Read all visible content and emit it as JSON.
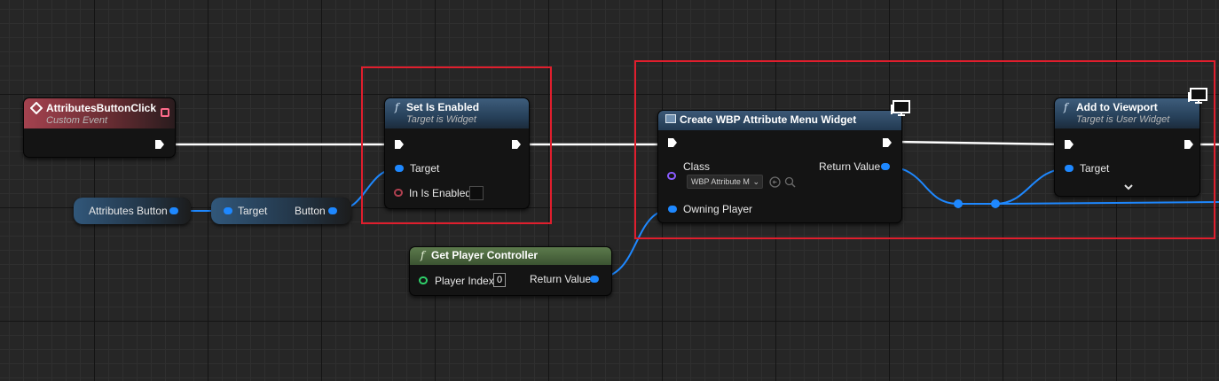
{
  "graph": {
    "nodes": {
      "event": {
        "title": "AttributesButtonClick",
        "subtitle": "Custom Event"
      },
      "attributes_var": {
        "label": "Attributes Button"
      },
      "get_button": {
        "left_label": "Target",
        "right_label": "Button"
      },
      "set_enabled": {
        "title": "Set Is Enabled",
        "subtitle": "Target is Widget",
        "target_label": "Target",
        "enabled_label": "In Is Enabled"
      },
      "create_widget": {
        "title": "Create WBP Attribute Menu Widget",
        "class_label": "Class",
        "class_value": "WBP Attribute M",
        "return_label": "Return Value",
        "owner_label": "Owning Player"
      },
      "get_player_controller": {
        "title": "Get Player Controller",
        "index_label": "Player Index",
        "index_value": "0",
        "return_label": "Return Value"
      },
      "add_viewport": {
        "title": "Add to Viewport",
        "subtitle": "Target is User Widget",
        "target_label": "Target"
      }
    },
    "icons": {
      "function": "f",
      "event": "diamond-icon",
      "monitor": "monitor-icon",
      "expand": "chevron-down-icon",
      "clear": "clear-icon",
      "browse": "search-icon"
    },
    "colors": {
      "exec_wire": "#ffffff",
      "object_wire": "#1e88ff",
      "highlight_box": "#e01e2d",
      "class_pin": "#8a5cff",
      "bool_pin": "#b04050",
      "int_pin": "#2fd06a",
      "event_header": "#a4424f",
      "function_header": "#3e5d7c",
      "pure_header": "#5c7a4c"
    }
  }
}
